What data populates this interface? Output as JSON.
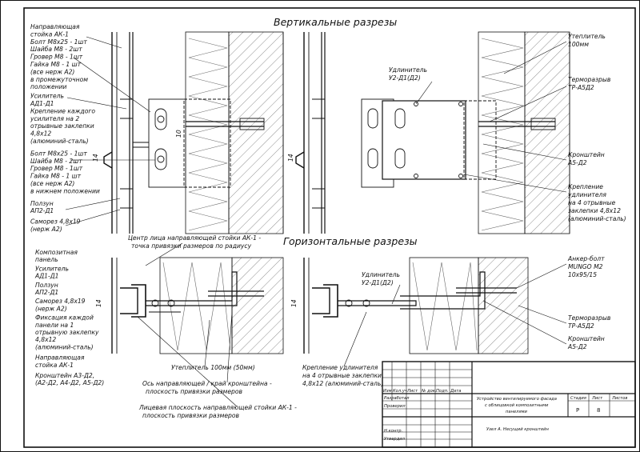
{
  "titles": {
    "vertical": "Вертикальные разрезы",
    "horizontal": "Горизонтальные разрезы"
  },
  "labels_top_left": [
    "Направляющая",
    "стойка АК-1",
    "Болт М8х25 - 1шт",
    "Шайба М8 - 2шт",
    "Гровер М8 - 1шт",
    "Гайка М8 - 1 шт",
    "(все нерж А2)",
    "в промежуточном",
    "положении",
    "Усилитель",
    "АД1-Д1",
    "Крепление каждого",
    "усилителя на 2",
    "отрывные заклепки",
    "4,8х12",
    "(алюминий-сталь)",
    "Болт М8х25 - 1шт",
    "Шайба М8 - 2шт",
    "Гровер М8 - 1шт",
    "Гайка М8 - 1 шт",
    "(все нерж А2)",
    "в нижнем положении",
    "Ползун",
    "АП2-Д1",
    "Саморез 4,8х19",
    "(нерж А2)"
  ],
  "labels_top_right": {
    "insulation": [
      "Утеплитель",
      "100мм"
    ],
    "extender": [
      "Удлинитель",
      "У2-Д1(Д2)"
    ],
    "thermal": [
      "Терморазрыв",
      "ТР-А5Д2"
    ],
    "bracket": [
      "Кронштейн",
      "А5-Д2"
    ],
    "rivets": [
      "Крепление",
      "удлинителя",
      "на 4 отрывные",
      "заклепки 4,8х12",
      "(алюминий-сталь)"
    ]
  },
  "center_note": [
    "Центр лица направляющей стойки АК-1 -",
    "точка привязки размеров по радиусу"
  ],
  "labels_bottom_left": [
    "Композитная",
    "панель",
    "Усилитель",
    "АД1-Д1",
    "Ползун",
    "АП2-Д1",
    "Саморез 4,8х19",
    "(нерж А2)",
    "Фиксация каждой",
    "панели на 1",
    "отрывную заклепку",
    "4,8х12",
    "(алюминий-сталь)",
    "Направляющая",
    "стойка АК-1",
    "Кронштейн А3-Д2,",
    "(А2-Д2, А4-Д2, А5-Д2)"
  ],
  "labels_bottom_mid": {
    "insulation": "Утеплитель 100мм (50мм)",
    "axis": [
      "Ось направляющей / край кронштейна -",
      "плоскость привязки размеров"
    ],
    "face": [
      "Лицевая плоскость направляющей стойки АК-1 -",
      "плоскость привязки размеров"
    ],
    "extender": [
      "Удлинитель",
      "У2-Д1(Д2)"
    ],
    "rivets": [
      "Крепление удлинителя",
      "на 4 отрывные заклепки",
      "4,8х12 (алюминий-сталь)"
    ]
  },
  "labels_bottom_right": {
    "anchor": [
      "Анкер-болт",
      "MUNGO M2",
      "10х95/15"
    ],
    "thermal": [
      "Терморазрыв",
      "ТР-А5Д2"
    ],
    "bracket": [
      "Кронштейн",
      "А5-Д2"
    ]
  },
  "dims": {
    "d10": "10",
    "d14": "14"
  },
  "titleblock": {
    "heads": [
      "Изм.",
      "Кол.уч",
      "Лист",
      "№ док.",
      "Подп.",
      "Дата"
    ],
    "roles": [
      "Разработал",
      "Проверил",
      "",
      "Н.контр.",
      "Утвердил"
    ],
    "project": [
      "Устройство вентилируемого фасада",
      "с облицовкой композитными",
      "панелями"
    ],
    "stage_h": "Стадия",
    "sheet_h": "Лист",
    "sheets_h": "Листов",
    "stage": "Р",
    "sheet": "8",
    "node": "Узел А. Несущий кронштейн"
  },
  "colors": {
    "ink": "#111111",
    "hatch": "#555555"
  }
}
